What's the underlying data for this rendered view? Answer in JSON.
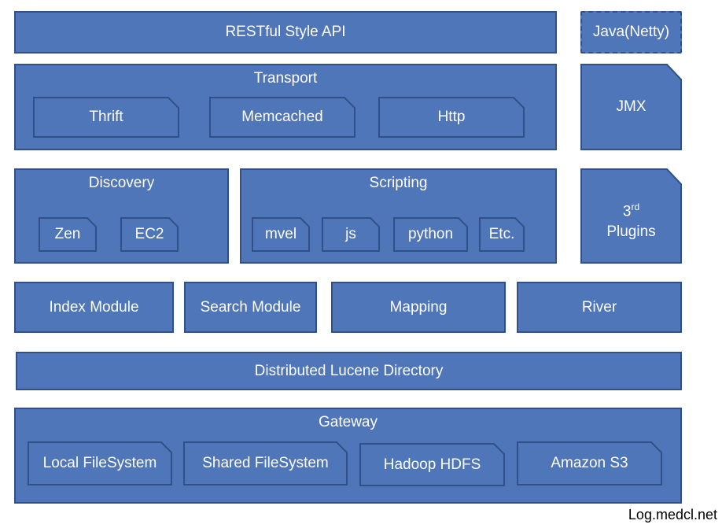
{
  "api": {
    "label": "RESTful Style API"
  },
  "java_netty": {
    "label": "Java(Netty)"
  },
  "transport": {
    "label": "Transport",
    "items": [
      "Thrift",
      "Memcached",
      "Http"
    ]
  },
  "jmx": {
    "label": "JMX"
  },
  "discovery": {
    "label": "Discovery",
    "items": [
      "Zen",
      "EC2"
    ]
  },
  "scripting": {
    "label": "Scripting",
    "items": [
      "mvel",
      "js",
      "python",
      "Etc."
    ]
  },
  "plugins": {
    "base": "3",
    "sup": "rd",
    "label": "Plugins"
  },
  "modules": [
    "Index Module",
    "Search Module",
    "Mapping",
    "River"
  ],
  "lucene": {
    "label": "Distributed Lucene Directory"
  },
  "gateway": {
    "label": "Gateway",
    "items": [
      "Local FileSystem",
      "Shared FileSystem",
      "Hadoop HDFS",
      "Amazon S3"
    ]
  },
  "footer": "Log.medcl.net",
  "colors": {
    "fill": "#4f76b8",
    "border": "#2f5188"
  }
}
